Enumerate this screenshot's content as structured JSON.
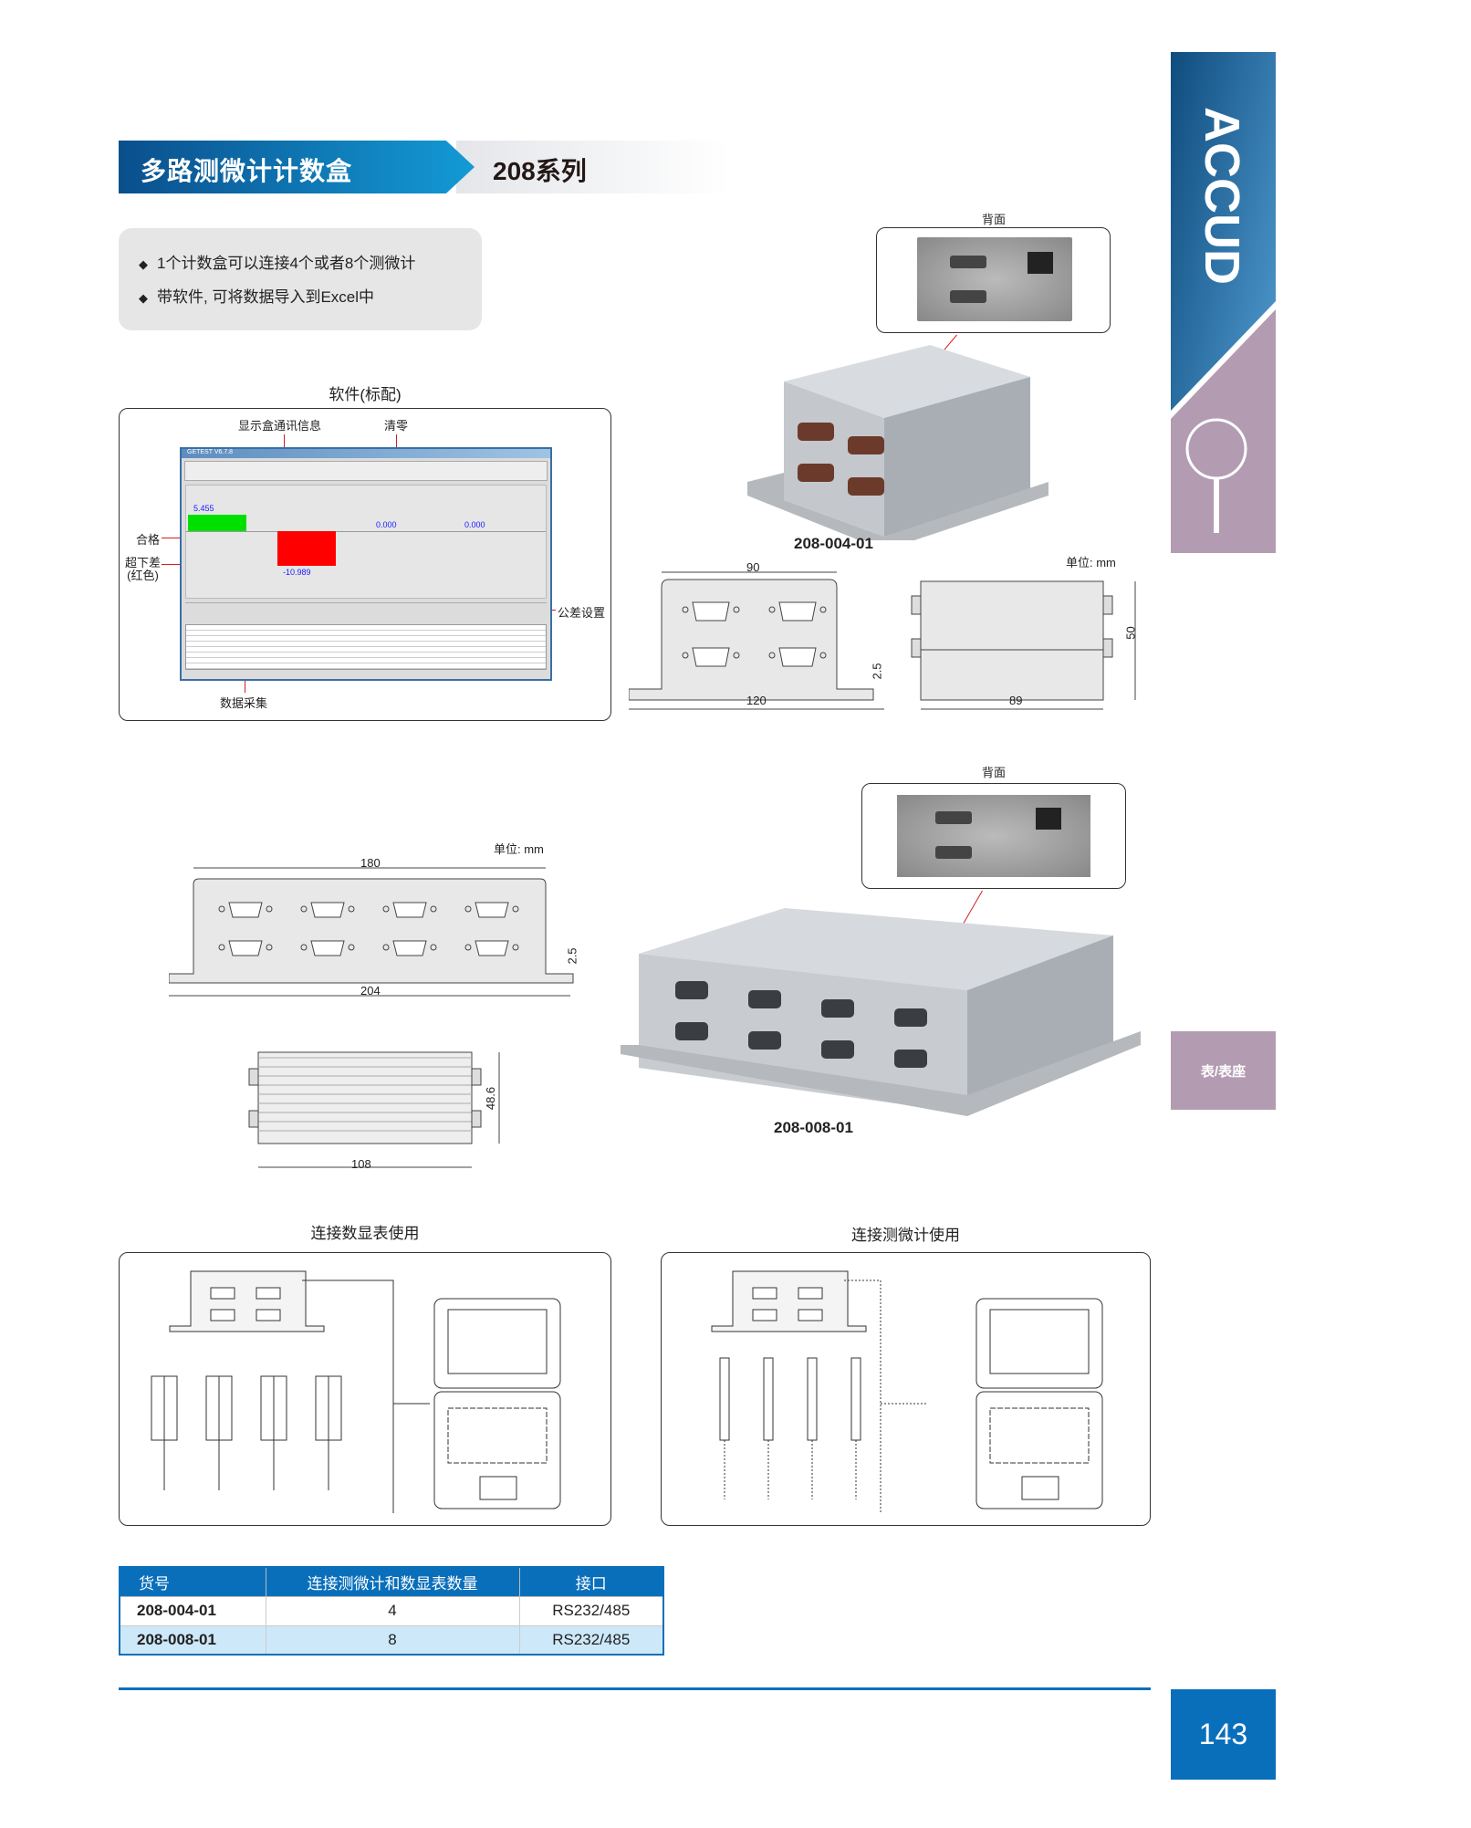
{
  "header": {
    "title": "多路测微计计数盒",
    "series": "208系列"
  },
  "features": [
    "1个计数盒可以连接4个或者8个测微计",
    "带软件, 可将数据导入到Excel中"
  ],
  "software": {
    "caption": "软件(标配)",
    "annotations": {
      "comm_info": "显示盒通讯信息",
      "zero": "清零",
      "pass": "合格",
      "under_tol": "超下差\n(红色)",
      "tolerance": "公差设置",
      "data_collect": "数据采集"
    },
    "window_title": "GETEST V6.7.8",
    "readings": [
      "5.455",
      "-10.989",
      "0.000",
      "0.000"
    ],
    "bar_colors": {
      "pass": "#00e000",
      "fail": "#ff0000"
    }
  },
  "product_4": {
    "back_label": "背面",
    "model": "208-004-01",
    "unit": "单位: mm",
    "dims": {
      "width_top": "90",
      "width_base": "120",
      "flange": "2.5",
      "depth": "89",
      "height": "50"
    }
  },
  "product_8": {
    "back_label": "背面",
    "model": "208-008-01",
    "unit": "单位: mm",
    "dims": {
      "width_top": "180",
      "width_base": "204",
      "flange": "2.5",
      "depth": "108",
      "height": "48.6"
    }
  },
  "usage": {
    "display": "连接数显表使用",
    "micrometer": "连接测微计使用"
  },
  "table": {
    "headers": [
      "货号",
      "连接测微计和数显表数量",
      "接口"
    ],
    "rows": [
      [
        "208-004-01",
        "4",
        "RS232/485"
      ],
      [
        "208-008-01",
        "8",
        "RS232/485"
      ]
    ]
  },
  "sidebar": {
    "brand": "ACCUD",
    "tab": "表/表座"
  },
  "page_number": "143",
  "colors": {
    "brand_blue": "#0a6fbb",
    "tab_purple": "#b39cb2",
    "row_alt": "#cde8f8"
  }
}
